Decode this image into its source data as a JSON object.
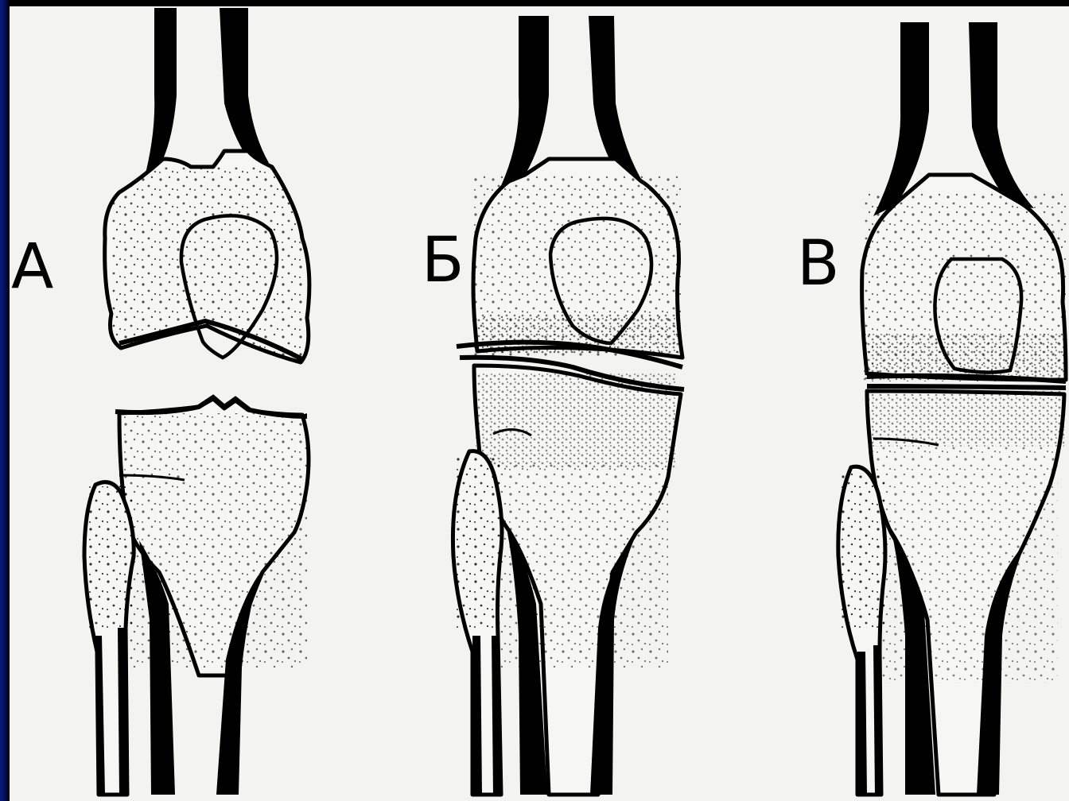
{
  "figure": {
    "panels": [
      {
        "label": "А"
      },
      {
        "label": "Б"
      },
      {
        "label": "В"
      }
    ]
  }
}
